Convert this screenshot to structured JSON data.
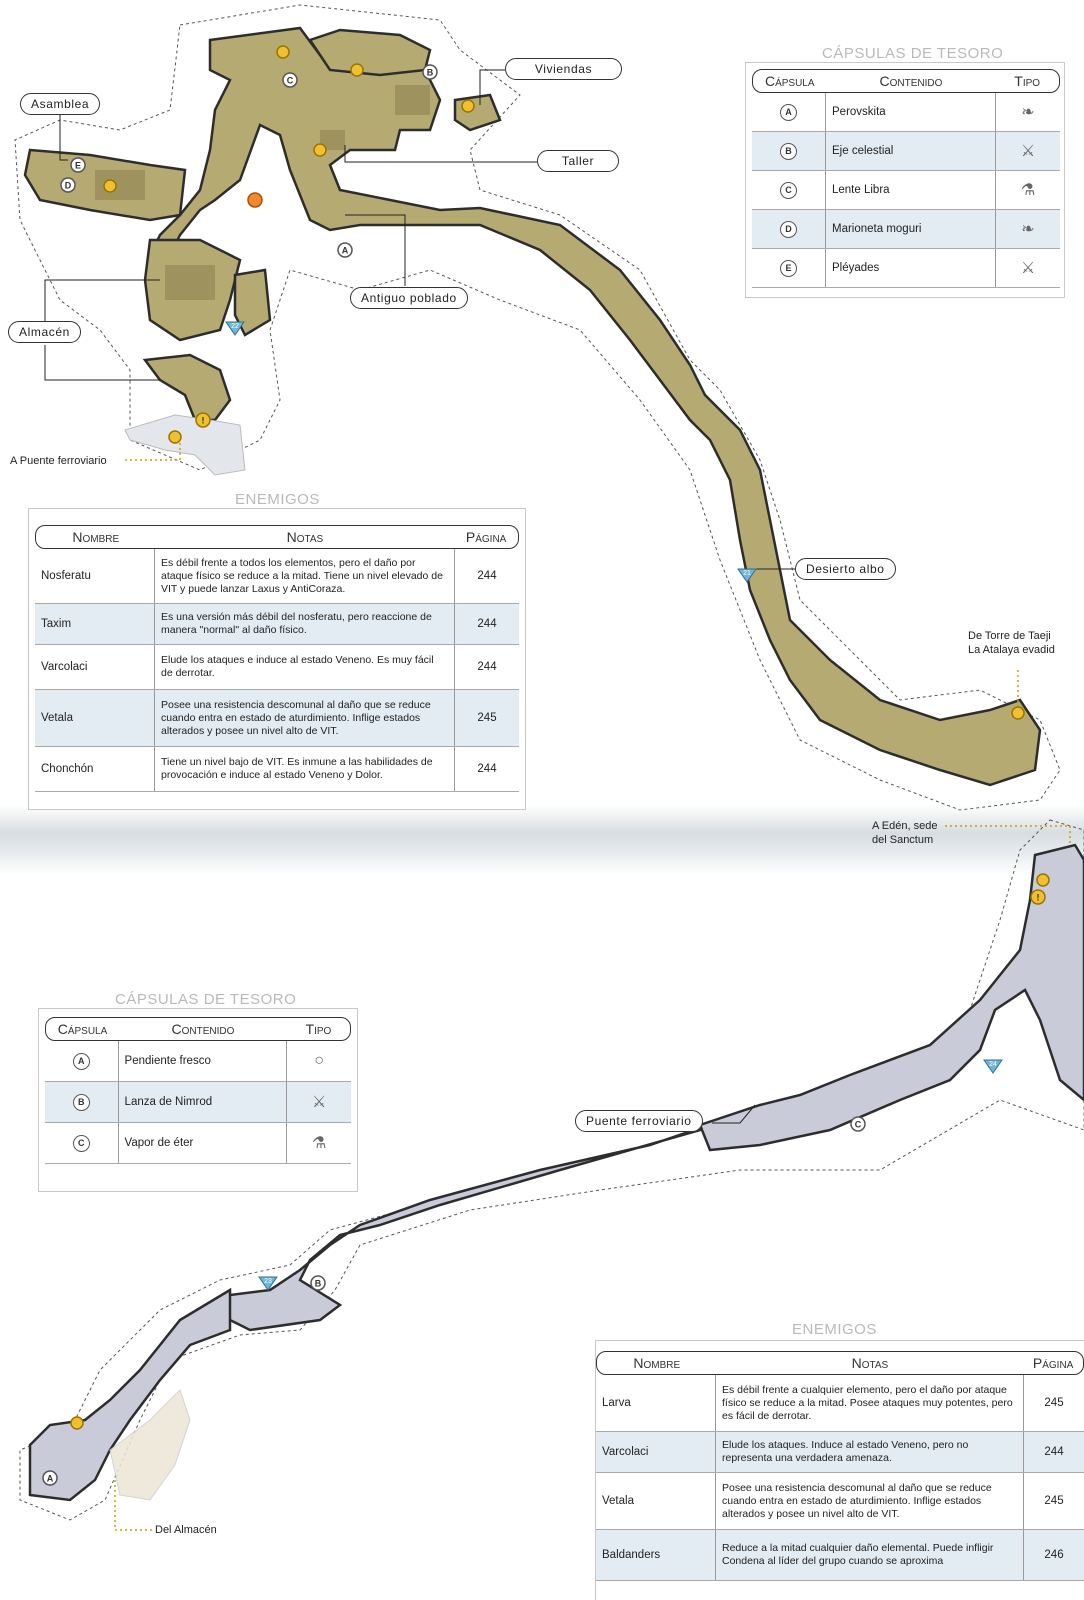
{
  "top_map": {
    "labels": {
      "asamblea": "Asamblea",
      "viviendas": "Viviendas",
      "taller": "Taller",
      "almacen": "Almacén",
      "antiguo_poblado": "Antiguo poblado",
      "desierto_albo": "Desierto albo",
      "a_puente": "A Puente ferroviario",
      "de_torre_1": "De Torre de Taeji",
      "de_torre_2": "La Atalaya evadid"
    },
    "markers": [
      "A",
      "B",
      "C",
      "D",
      "E"
    ],
    "zones": [
      "21",
      "22"
    ]
  },
  "top_treasure": {
    "title": "CÁPSULAS DE TESORO",
    "headers": [
      "Cápsula",
      "Contenido",
      "Tipo"
    ],
    "rows": [
      {
        "cap": "A",
        "content": "Perovskita",
        "icon": "ocarina-icon"
      },
      {
        "cap": "B",
        "content": "Eje celestial",
        "icon": "weapon-icon"
      },
      {
        "cap": "C",
        "content": "Lente Libra",
        "icon": "potion-icon"
      },
      {
        "cap": "D",
        "content": "Marioneta moguri",
        "icon": "ocarina-icon"
      },
      {
        "cap": "E",
        "content": "Pléyades",
        "icon": "weapon-icon"
      }
    ]
  },
  "top_enemies": {
    "title": "ENEMIGOS",
    "headers": [
      "Nombre",
      "Notas",
      "Página"
    ],
    "rows": [
      {
        "name": "Nosferatu",
        "notes": "Es débil frente a todos los elementos, pero el daño por ataque físico se reduce a la mitad. Tiene un nivel elevado de VIT y puede lanzar Laxus y AntiCoraza.",
        "page": "244"
      },
      {
        "name": "Taxim",
        "notes": "Es una versión más débil del nosferatu, pero reaccione de manera \"normal\" al daño físico.",
        "page": "244"
      },
      {
        "name": "Varcolaci",
        "notes": "Elude los ataques e induce al estado Veneno. Es muy fácil de derrotar.",
        "page": "244"
      },
      {
        "name": "Vetala",
        "notes": "Posee una resistencia descomunal al daño que se reduce cuando entra en estado de aturdimiento. Inflige estados alterados y posee un nivel alto de VIT.",
        "page": "245"
      },
      {
        "name": "Chonchón",
        "notes": "Tiene un nivel bajo de VIT. Es inmune a las habilidades de provocación e induce al estado Veneno y Dolor.",
        "page": "244"
      }
    ]
  },
  "bottom_map": {
    "labels": {
      "a_eden_1": "A Edén, sede",
      "a_eden_2": "del Sanctum",
      "puente": "Puente ferroviario",
      "del_almacen": "Del Almacén"
    },
    "markers": [
      "A",
      "B",
      "C"
    ],
    "zones": [
      "24",
      "23"
    ]
  },
  "bottom_treasure": {
    "title": "CÁPSULAS DE TESORO",
    "headers": [
      "Cápsula",
      "Contenido",
      "Tipo"
    ],
    "rows": [
      {
        "cap": "A",
        "content": "Pendiente fresco",
        "icon": "ring-icon"
      },
      {
        "cap": "B",
        "content": "Lanza de Nimrod",
        "icon": "weapon-icon"
      },
      {
        "cap": "C",
        "content": "Vapor de éter",
        "icon": "potion-icon"
      }
    ]
  },
  "bottom_enemies": {
    "title": "ENEMIGOS",
    "headers": [
      "Nombre",
      "Notas",
      "Página"
    ],
    "rows": [
      {
        "name": "Larva",
        "notes": "Es débil frente a cualquier elemento, pero el daño por ataque físico se reduce a la mitad. Posee ataques muy potentes, pero es fácil de derrotar.",
        "page": "245"
      },
      {
        "name": "Varcolaci",
        "notes": "Elude los ataques. Induce al estado Veneno, pero no representa una verdadera amenaza.",
        "page": "244"
      },
      {
        "name": "Vetala",
        "notes": "Posee una resistencia descomunal al daño que se reduce cuando entra en estado de aturdimiento. Inflige estados alterados y posee un nivel alto de VIT.",
        "page": "245"
      },
      {
        "name": "Baldanders",
        "notes": "Reduce a la mitad cualquier daño elemental. Puede infligir Condena al líder del grupo cuando se aproxima",
        "page": "246"
      }
    ]
  },
  "colors": {
    "top_path": "#b5ab72",
    "bottom_path": "#c9ccd8",
    "alt_row": "#e4ecf3"
  }
}
